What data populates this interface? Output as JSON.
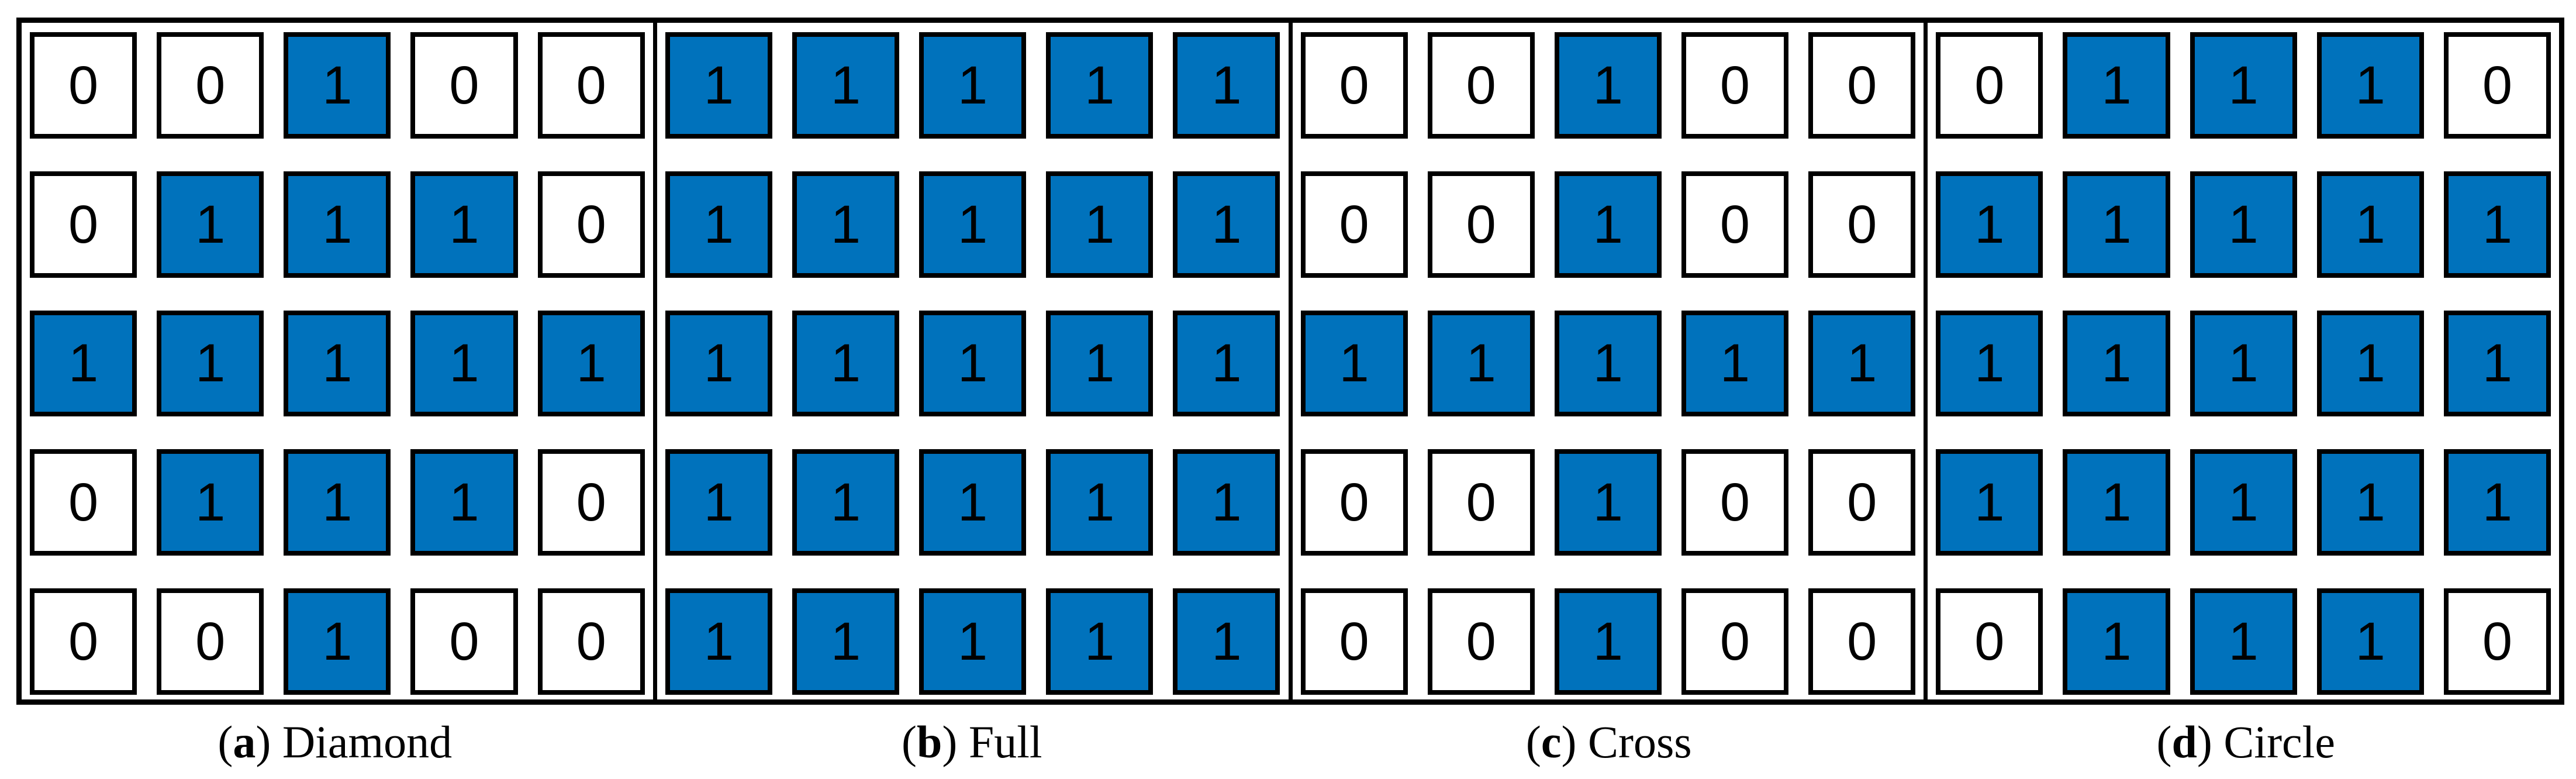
{
  "figure": {
    "description": "Four 5x5 binary mask grids labelled by kernel shape",
    "colors": {
      "filled_blue": "#0072BC",
      "empty_white": "#FFFFFF",
      "line_black": "#000000"
    },
    "punctuation": {
      "open_paren": "(",
      "close_paren": ") "
    },
    "panels": [
      {
        "id": "diamond",
        "letter": "a",
        "name": "Diamond",
        "grid": [
          [
            0,
            0,
            1,
            0,
            0
          ],
          [
            0,
            1,
            1,
            1,
            0
          ],
          [
            1,
            1,
            1,
            1,
            1
          ],
          [
            0,
            1,
            1,
            1,
            0
          ],
          [
            0,
            0,
            1,
            0,
            0
          ]
        ]
      },
      {
        "id": "full",
        "letter": "b",
        "name": "Full",
        "grid": [
          [
            1,
            1,
            1,
            1,
            1
          ],
          [
            1,
            1,
            1,
            1,
            1
          ],
          [
            1,
            1,
            1,
            1,
            1
          ],
          [
            1,
            1,
            1,
            1,
            1
          ],
          [
            1,
            1,
            1,
            1,
            1
          ]
        ]
      },
      {
        "id": "cross",
        "letter": "c",
        "name": "Cross",
        "grid": [
          [
            0,
            0,
            1,
            0,
            0
          ],
          [
            0,
            0,
            1,
            0,
            0
          ],
          [
            1,
            1,
            1,
            1,
            1
          ],
          [
            0,
            0,
            1,
            0,
            0
          ],
          [
            0,
            0,
            1,
            0,
            0
          ]
        ]
      },
      {
        "id": "circle",
        "letter": "d",
        "name": "Circle",
        "grid": [
          [
            0,
            1,
            1,
            1,
            0
          ],
          [
            1,
            1,
            1,
            1,
            1
          ],
          [
            1,
            1,
            1,
            1,
            1
          ],
          [
            1,
            1,
            1,
            1,
            1
          ],
          [
            0,
            1,
            1,
            1,
            0
          ]
        ]
      }
    ]
  }
}
